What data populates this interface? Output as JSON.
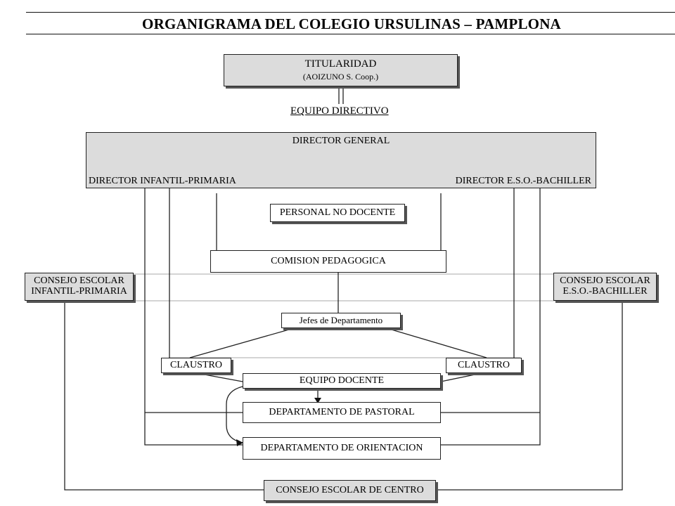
{
  "title": "ORGANIGRAMA DEL COLEGIO URSULINAS – PAMPLONA",
  "colors": {
    "box_fill_gray": "#dcdcdc",
    "line": "#222222",
    "background": "#ffffff"
  },
  "nodes": {
    "titularidad": {
      "label": "TITULARIDAD",
      "sublabel": "(AOIZUNO S. Coop.)"
    },
    "equipo_directivo": {
      "label": "EQUIPO DIRECTIVO"
    },
    "direccion": {
      "director_general": "DIRECTOR GENERAL",
      "director_infantil_primaria": "DIRECTOR INFANTIL-PRIMARIA",
      "director_eso_bachiller": "DIRECTOR E.S.O.-BACHILLER"
    },
    "personal_no_docente": {
      "label": "PERSONAL NO DOCENTE"
    },
    "comision_pedagogica": {
      "label": "COMISION PEDAGOGICA"
    },
    "consejo_escolar_infantil_primaria": {
      "line1": "CONSEJO ESCOLAR",
      "line2": "INFANTIL-PRIMARIA"
    },
    "consejo_escolar_eso_bachiller": {
      "line1": "CONSEJO ESCOLAR",
      "line2": "E.S.O.-BACHILLER"
    },
    "jefes_de_departamento": {
      "label": "Jefes de Departamento"
    },
    "claustro_left": {
      "label": "CLAUSTRO"
    },
    "claustro_right": {
      "label": "CLAUSTRO"
    },
    "equipo_docente": {
      "label": "EQUIPO DOCENTE"
    },
    "departamento_pastoral": {
      "label": "DEPARTAMENTO DE PASTORAL"
    },
    "departamento_orientacion": {
      "label": "DEPARTAMENTO DE ORIENTACION"
    },
    "consejo_escolar_centro": {
      "label": "CONSEJO ESCOLAR DE CENTRO"
    }
  }
}
